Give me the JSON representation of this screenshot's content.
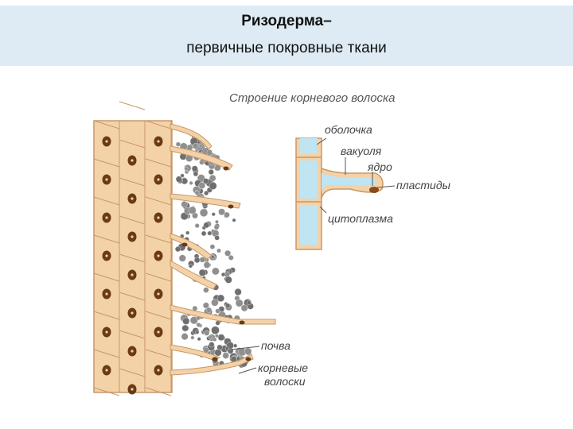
{
  "slide": {
    "title_line1": "Ризодерма–",
    "title_line2": "первичные покровные ткани"
  },
  "figure": {
    "title": "Строение корневого волоска",
    "labels": {
      "membrane": "оболочка",
      "vacuole": "вакуоля",
      "nucleus": "ядро",
      "plastids": "пластиды",
      "cytoplasm": "цитоплазма",
      "soil": "почва",
      "root_hairs_line1": "корневые",
      "root_hairs_line2": "волоски"
    }
  },
  "colors": {
    "header_bg": "#deebf4",
    "cell_fill": "#f3d2a8",
    "cell_stroke": "#c89868",
    "nucleus": "#6b3a16",
    "soil": "#8f8f8f",
    "vacuole": "#bfe4f2"
  }
}
